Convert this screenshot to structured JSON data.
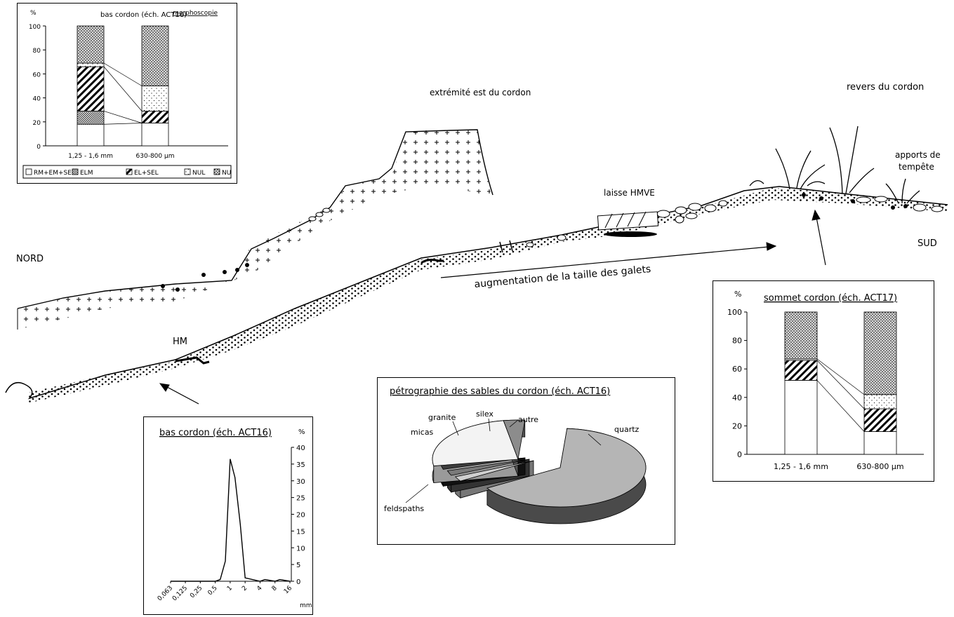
{
  "labels": {
    "nord": "NORD",
    "sud": "SUD",
    "hm": "HM",
    "extremite": "extrémité est du cordon",
    "revers": "revers du cordon",
    "apports_l1": "apports de",
    "apports_l2": "tempête",
    "laisse": "laisse HMVE",
    "augmentation": "augmentation de la taille des galets"
  },
  "colors": {
    "ink": "#000000",
    "stipple_grey": "#bdbdbd",
    "pie_light": "#f0f0f0",
    "pie_mid": "#a8a8a8",
    "pie_dark": "#444444"
  },
  "morpho_chart": {
    "title": "bas cordon (éch. ACT16)",
    "tag": "morphoscopie",
    "y_unit": "%",
    "y_ticks": [
      "0",
      "20",
      "40",
      "60",
      "80",
      "100"
    ],
    "categories": [
      "1,25 - 1,6 mm",
      "630-800 µm"
    ],
    "legend": [
      "RM+EM+SEM",
      "ELM",
      "EL+SEL",
      "NUL",
      "NU"
    ]
  },
  "sommet_chart": {
    "title": "sommet cordon (éch. ACT17)",
    "y_unit": "%",
    "y_ticks": [
      "0",
      "20",
      "40",
      "60",
      "80",
      "100"
    ],
    "categories": [
      "1,25 - 1,6 mm",
      "630-800 µm"
    ]
  },
  "grain_chart": {
    "title": "bas cordon (éch. ACT16)",
    "y_unit": "%",
    "x_unit": "mm",
    "y_ticks": [
      "0",
      "5",
      "10",
      "15",
      "20",
      "25",
      "30",
      "35",
      "40"
    ],
    "x_ticks": [
      "0,063",
      "0,125",
      "0,25",
      "0,5",
      "1",
      "2",
      "4",
      "8",
      "16"
    ]
  },
  "pie_chart": {
    "title": "pétrographie des sables du cordon  (éch. ACT16)",
    "slices": [
      "quartz",
      "feldspaths",
      "micas",
      "granite",
      "silex",
      "autre"
    ]
  },
  "chart_data": [
    {
      "type": "bar",
      "title": "bas cordon (éch. ACT16)",
      "ylabel": "%",
      "ylim": [
        0,
        100
      ],
      "categories": [
        "1,25 - 1,6 mm",
        "630-800 µm"
      ],
      "series": [
        {
          "name": "RM+EM+SEM",
          "values": [
            18,
            19
          ]
        },
        {
          "name": "ELM",
          "values": [
            11,
            0
          ]
        },
        {
          "name": "EL+SEL",
          "values": [
            37,
            10
          ]
        },
        {
          "name": "NUL",
          "values": [
            3,
            21
          ]
        },
        {
          "name": "NU",
          "values": [
            31,
            50
          ]
        }
      ],
      "legend": "bottom"
    },
    {
      "type": "bar",
      "title": "sommet cordon (éch. ACT17)",
      "ylabel": "%",
      "ylim": [
        0,
        100
      ],
      "categories": [
        "1,25 - 1,6 mm",
        "630-800 µm"
      ],
      "series": [
        {
          "name": "RM+EM+SEM",
          "values": [
            52,
            16
          ]
        },
        {
          "name": "EL+SEL",
          "values": [
            14,
            16
          ]
        },
        {
          "name": "NUL",
          "values": [
            1,
            10
          ]
        },
        {
          "name": "NU",
          "values": [
            33,
            58
          ]
        }
      ]
    },
    {
      "type": "line",
      "title": "bas cordon (éch. ACT16)",
      "xlabel": "mm",
      "ylabel": "%",
      "ylim": [
        0,
        40
      ],
      "x": [
        0.063,
        0.125,
        0.25,
        0.5,
        0.63,
        0.8,
        1,
        1.25,
        1.6,
        2,
        4,
        5,
        8,
        10,
        16
      ],
      "values": [
        0,
        0,
        0,
        0,
        0.5,
        6,
        36.5,
        31,
        17,
        1,
        0,
        0.5,
        0,
        0.5,
        0
      ]
    },
    {
      "type": "pie",
      "title": "pétrographie des sables du cordon  (éch. ACT16)",
      "categories": [
        "quartz",
        "feldspaths",
        "micas",
        "granite",
        "silex",
        "autre"
      ],
      "values": [
        65,
        4,
        25,
        2,
        2,
        2
      ]
    }
  ]
}
